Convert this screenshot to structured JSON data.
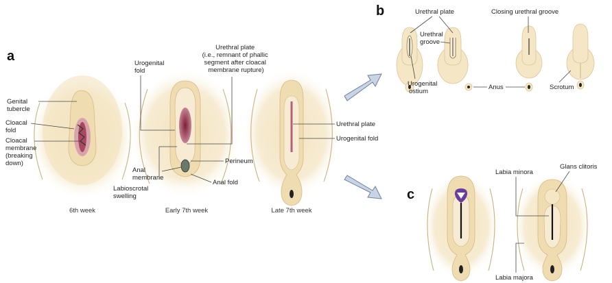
{
  "panels": {
    "a": "a",
    "b": "b",
    "c": "c"
  },
  "panel_a": {
    "stages": [
      "6th week",
      "Early 7th week",
      "Late 7th week"
    ],
    "labels": {
      "genital_tubercle": [
        "Genital",
        "tubercle"
      ],
      "cloacal_fold": [
        "Cloacal",
        "fold"
      ],
      "cloacal_membrane": [
        "Cloacal",
        "membrane",
        "(breaking",
        "down)"
      ],
      "urogenital_fold": [
        "Urogenital",
        "fold"
      ],
      "urethral_plate": [
        "Urethral plate",
        "(i.e., remnant of phallic",
        "segment after cloacal",
        "membrane rupture)"
      ],
      "anal_membrane": [
        "Anal",
        "membrane"
      ],
      "labioscrotal_swelling": [
        "Labioscrotal",
        "swelling"
      ],
      "perineum": "Perineum",
      "anal_fold": "Anal fold",
      "late_urethral_plate": "Urethral plate",
      "late_urogenital_fold": "Urogenital fold"
    }
  },
  "panel_b": {
    "labels": {
      "urethral_plate": "Urethral plate",
      "closing_urethral_groove": "Closing urethral groove",
      "urethral_groove": [
        "Urethral",
        "groove"
      ],
      "urogenital_ostium": [
        "Urogenital",
        "ostium"
      ],
      "anus": "Anus",
      "scrotum": "Scrotum"
    }
  },
  "panel_c": {
    "labels": {
      "labia_minora": "Labia minora",
      "glans_clitoris": "Glans clitoris",
      "labia_majora": "Labia majora"
    }
  },
  "colors": {
    "skin": "#f5e7c6",
    "plate": "#9b2d4a",
    "arrow": "#c9d5e6",
    "arrow_head_marker": "#6a3aa0"
  }
}
